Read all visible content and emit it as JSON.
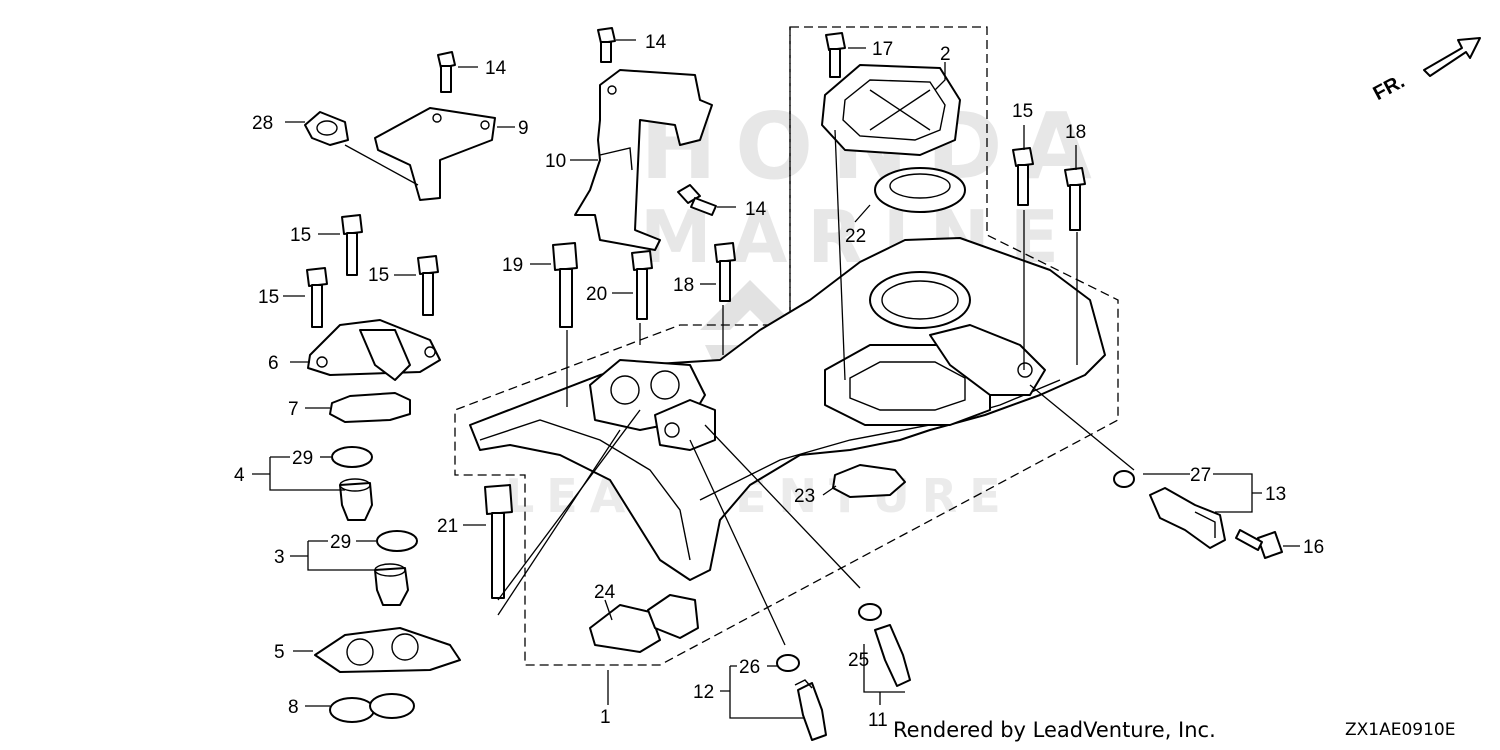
{
  "direction_label": "FR.",
  "footer": {
    "render_credit": "Rendered by LeadVenture, Inc.",
    "diagram_code": "ZX1AE0910E"
  },
  "watermark": {
    "brand_top": "HONDA",
    "brand_bottom": "MARINE",
    "company": "LEADVENTURE"
  },
  "callouts": {
    "c1": "1",
    "c2": "2",
    "c3": "3",
    "c4": "4",
    "c5": "5",
    "c6": "6",
    "c7": "7",
    "c8": "8",
    "c9": "9",
    "c10": "10",
    "c11": "11",
    "c12": "12",
    "c13": "13",
    "c14a": "14",
    "c14b": "14",
    "c14c": "14",
    "c15a": "15",
    "c15b": "15",
    "c15c": "15",
    "c15d": "15",
    "c16": "16",
    "c17": "17",
    "c18a": "18",
    "c18b": "18",
    "c19": "19",
    "c20": "20",
    "c21": "21",
    "c22": "22",
    "c23": "23",
    "c24": "24",
    "c25": "25",
    "c26": "26",
    "c27": "27",
    "c28": "28",
    "c29a": "29",
    "c29b": "29"
  },
  "colors": {
    "line": "#000000",
    "watermark": "#d4d4d4",
    "background": "#ffffff"
  }
}
